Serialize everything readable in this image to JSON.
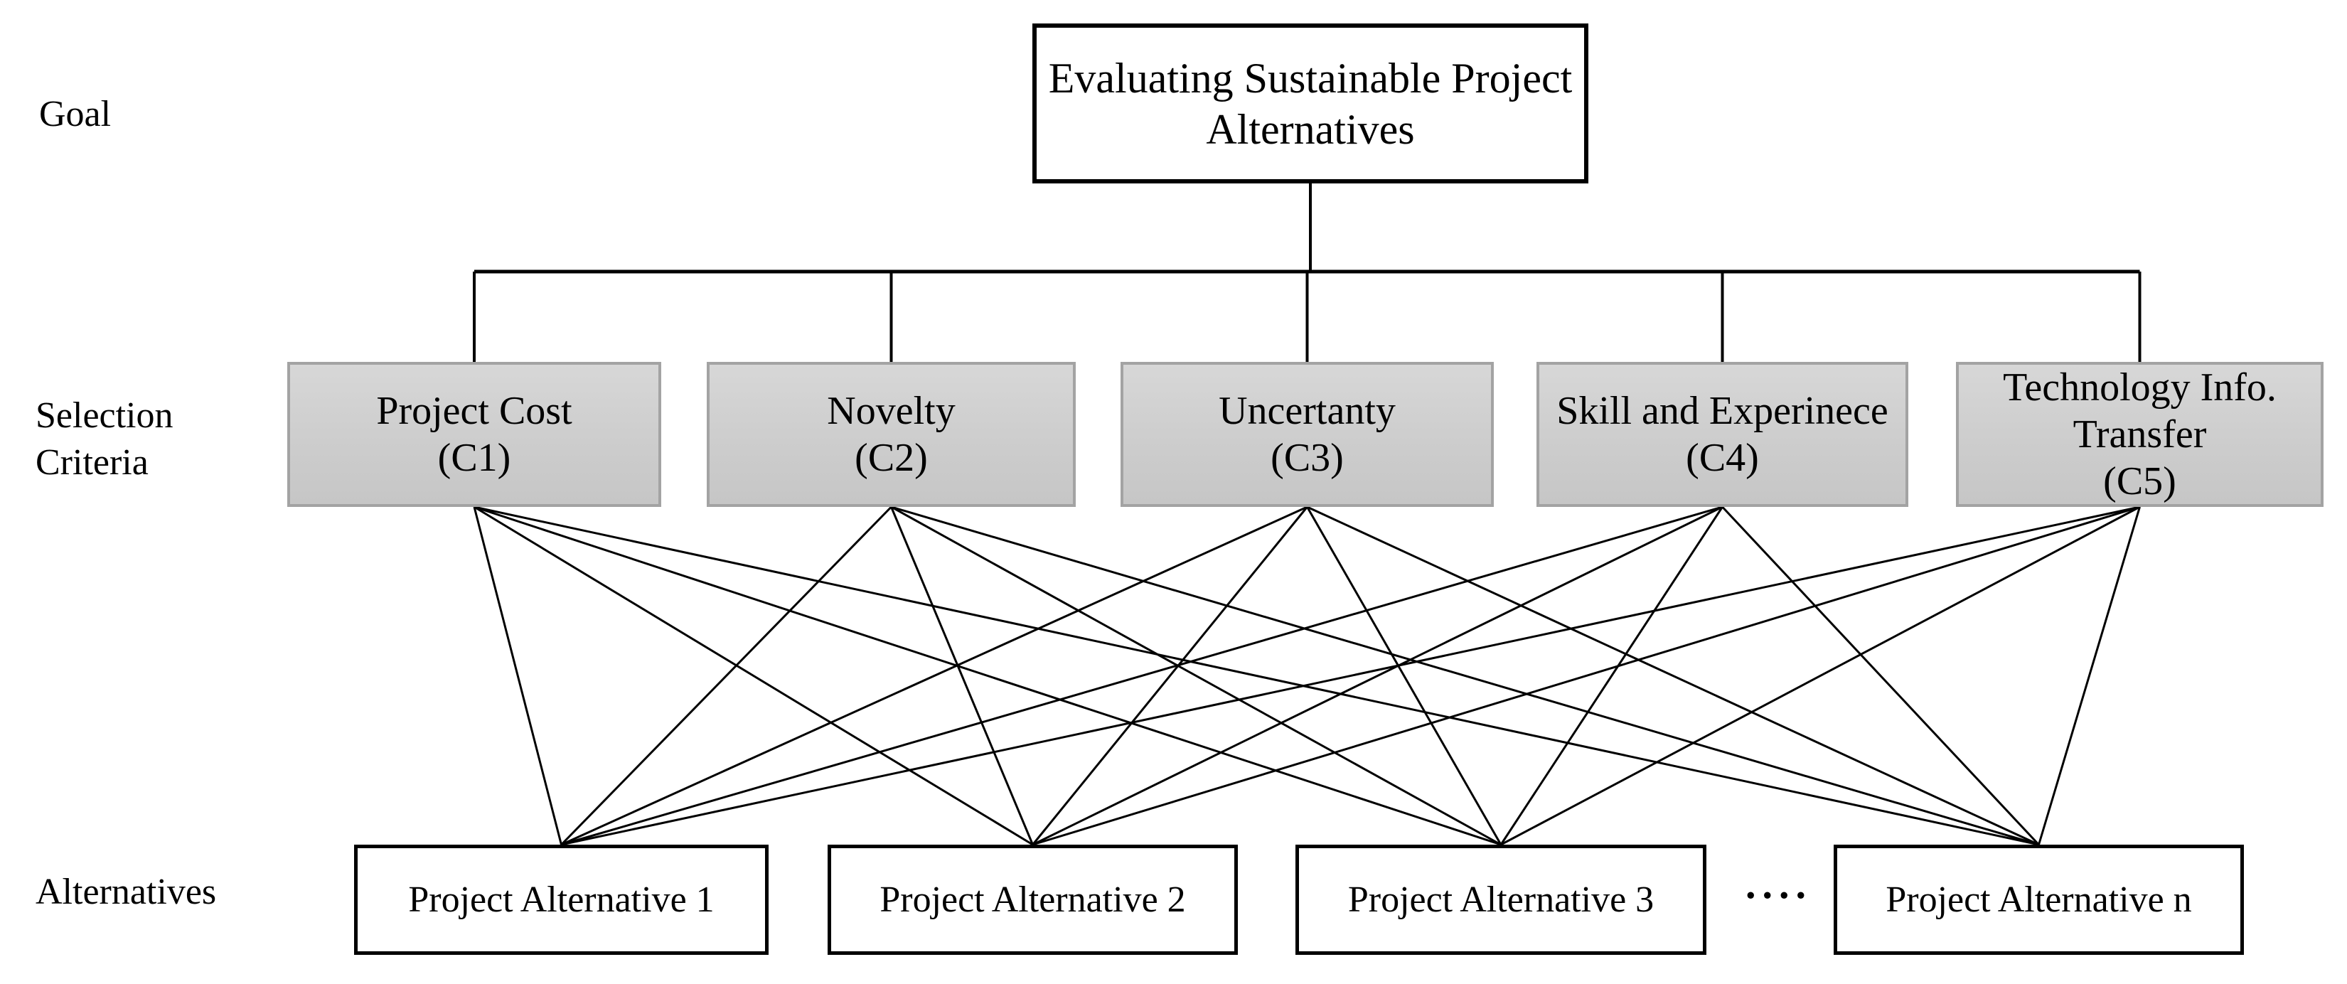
{
  "row_labels": {
    "goal": "Goal",
    "criteria": "Selection Criteria",
    "alternatives": "Alternatives"
  },
  "goal": {
    "text": "Evaluating Sustainable Project Alternatives"
  },
  "criteria": [
    {
      "name": "Project Cost",
      "code": "(C1)"
    },
    {
      "name": "Novelty",
      "code": "(C2)"
    },
    {
      "name": "Uncertanty",
      "code": "(C3)"
    },
    {
      "name": "Skill and Experinece",
      "code": "(C4)"
    },
    {
      "name": "Technology Info. Transfer",
      "code": "(C5)"
    }
  ],
  "alternatives": [
    "Project Alternative 1",
    "Project Alternative 2",
    "Project Alternative 3",
    "Project Alternative n"
  ],
  "ellipsis": "....",
  "colors": {
    "line": "#000000",
    "box_border": "#000000",
    "criteria_border": "#a3a3a3",
    "criteria_fill_top": "#d7d7d7",
    "criteria_fill_bottom": "#c6c6c6",
    "background": "#ffffff"
  }
}
